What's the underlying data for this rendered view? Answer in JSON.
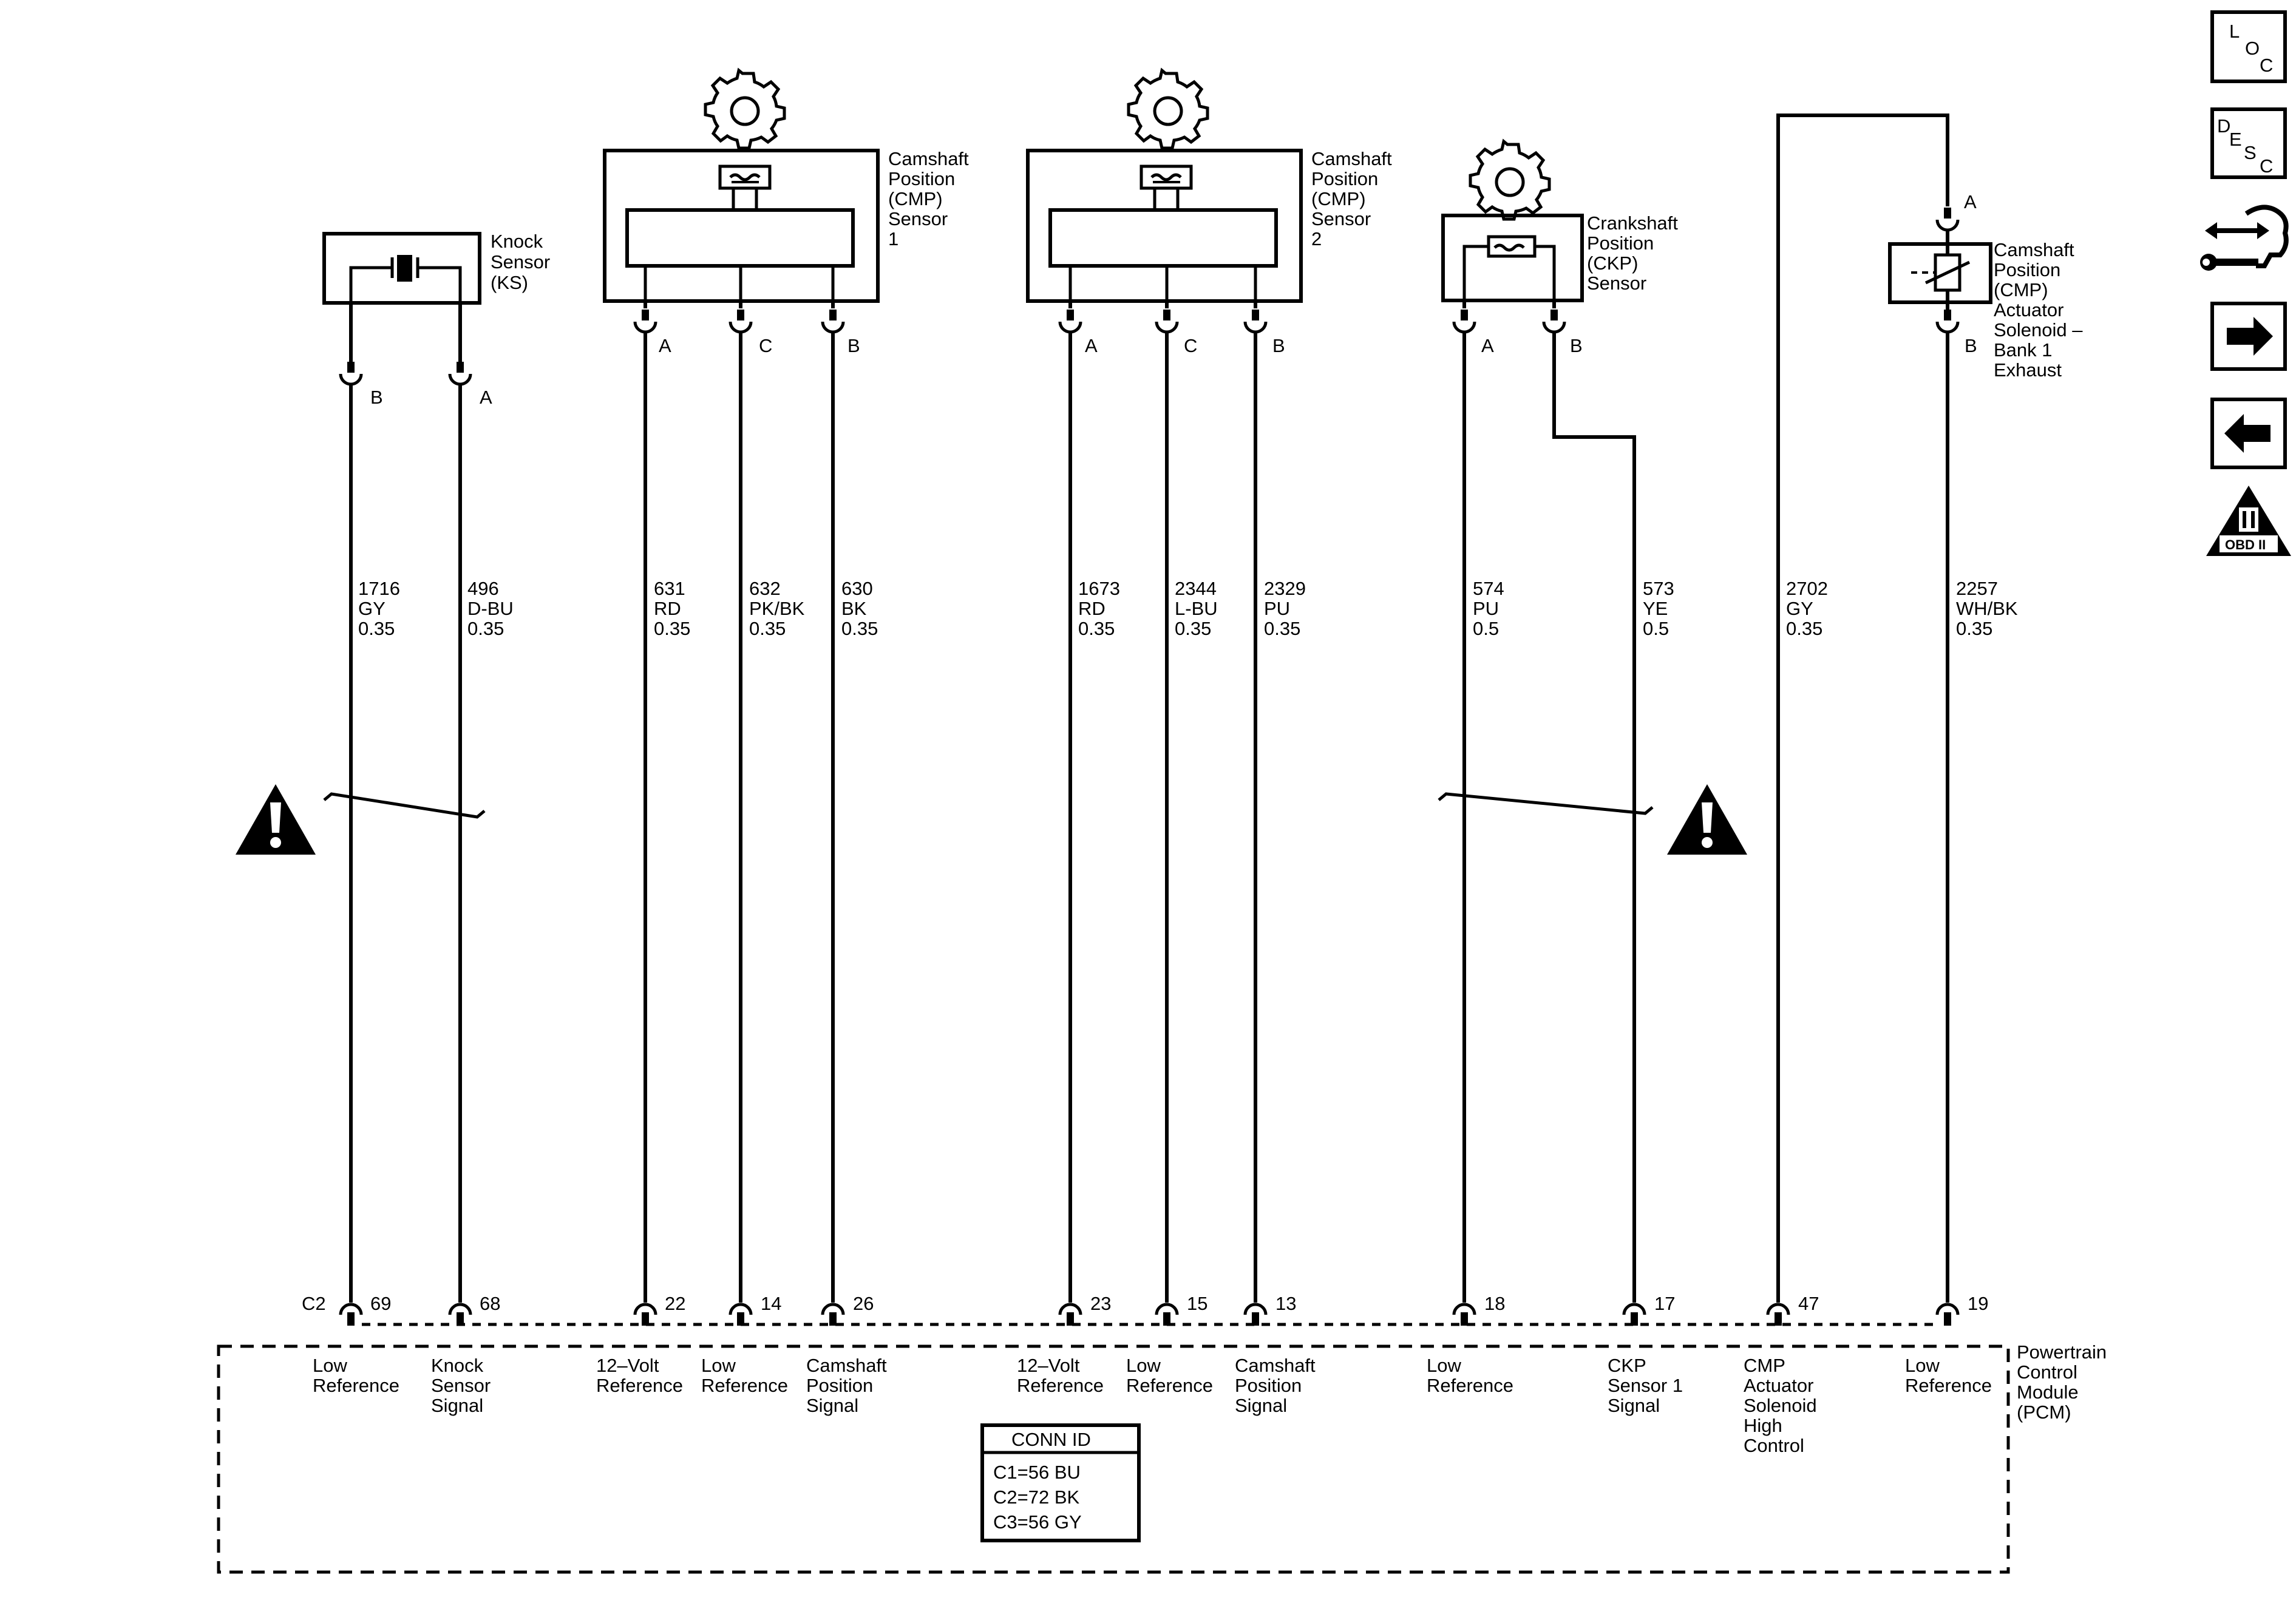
{
  "components": {
    "knock_sensor": [
      "Knock",
      "Sensor",
      "(KS)"
    ],
    "cmp_sensor_1": [
      "Camshaft",
      "Position",
      "(CMP)",
      "Sensor",
      "1"
    ],
    "cmp_sensor_2": [
      "Camshaft",
      "Position",
      "(CMP)",
      "Sensor",
      "2"
    ],
    "ckp_sensor": [
      "Crankshaft",
      "Position",
      "(CKP)",
      "Sensor"
    ],
    "cmp_actuator": [
      "Camshaft",
      "Position",
      "(CMP)",
      "Actuator",
      "Solenoid –",
      "Bank 1",
      "Exhaust"
    ],
    "pcm": [
      "Powertrain",
      "Control",
      "Module",
      "(PCM)"
    ]
  },
  "sensor_pins": {
    "ks_b": "B",
    "ks_a": "A",
    "cmp1_a": "A",
    "cmp1_c": "C",
    "cmp1_b": "B",
    "cmp2_a": "A",
    "cmp2_c": "C",
    "cmp2_b": "B",
    "ckp_a": "A",
    "ckp_b": "B",
    "act_a": "A",
    "act_b": "B"
  },
  "wires": [
    [
      "1716",
      "GY",
      "0.35"
    ],
    [
      "496",
      "D-BU",
      "0.35"
    ],
    [
      "631",
      "RD",
      "0.35"
    ],
    [
      "632",
      "PK/BK",
      "0.35"
    ],
    [
      "630",
      "BK",
      "0.35"
    ],
    [
      "1673",
      "RD",
      "0.35"
    ],
    [
      "2344",
      "L-BU",
      "0.35"
    ],
    [
      "2329",
      "PU",
      "0.35"
    ],
    [
      "574",
      "PU",
      "0.5"
    ],
    [
      "573",
      "YE",
      "0.5"
    ],
    [
      "2702",
      "GY",
      "0.35"
    ],
    [
      "2257",
      "WH/BK",
      "0.35"
    ]
  ],
  "pcm_connector": "C2",
  "pcm_pins": [
    "69",
    "68",
    "22",
    "14",
    "26",
    "23",
    "15",
    "13",
    "18",
    "17",
    "47",
    "19"
  ],
  "pcm_functions": [
    [
      "Low",
      "Reference"
    ],
    [
      "Knock",
      "Sensor",
      "Signal"
    ],
    [
      "12–Volt",
      "Reference"
    ],
    [
      "Low",
      "Reference"
    ],
    [
      "Camshaft",
      "Position",
      "Signal"
    ],
    [
      "12–Volt",
      "Reference"
    ],
    [
      "Low",
      "Reference"
    ],
    [
      "Camshaft",
      "Position",
      "Signal"
    ],
    [
      "Low",
      "Reference"
    ],
    [
      "CKP",
      "Sensor 1",
      "Signal"
    ],
    [
      "CMP",
      "Actuator",
      "Solenoid",
      "High",
      "Control"
    ],
    [
      "Low",
      "Reference"
    ]
  ],
  "conn_id": {
    "title": "CONN ID",
    "rows": [
      "C1=56 BU",
      "C2=72 BK",
      "C3=56 GY"
    ]
  },
  "nav": {
    "loc": {
      "l": "L",
      "o": "O",
      "c": "C"
    },
    "desc": {
      "d": "D",
      "e": "E",
      "s": "S",
      "c": "C"
    },
    "obd": "OBD II"
  }
}
